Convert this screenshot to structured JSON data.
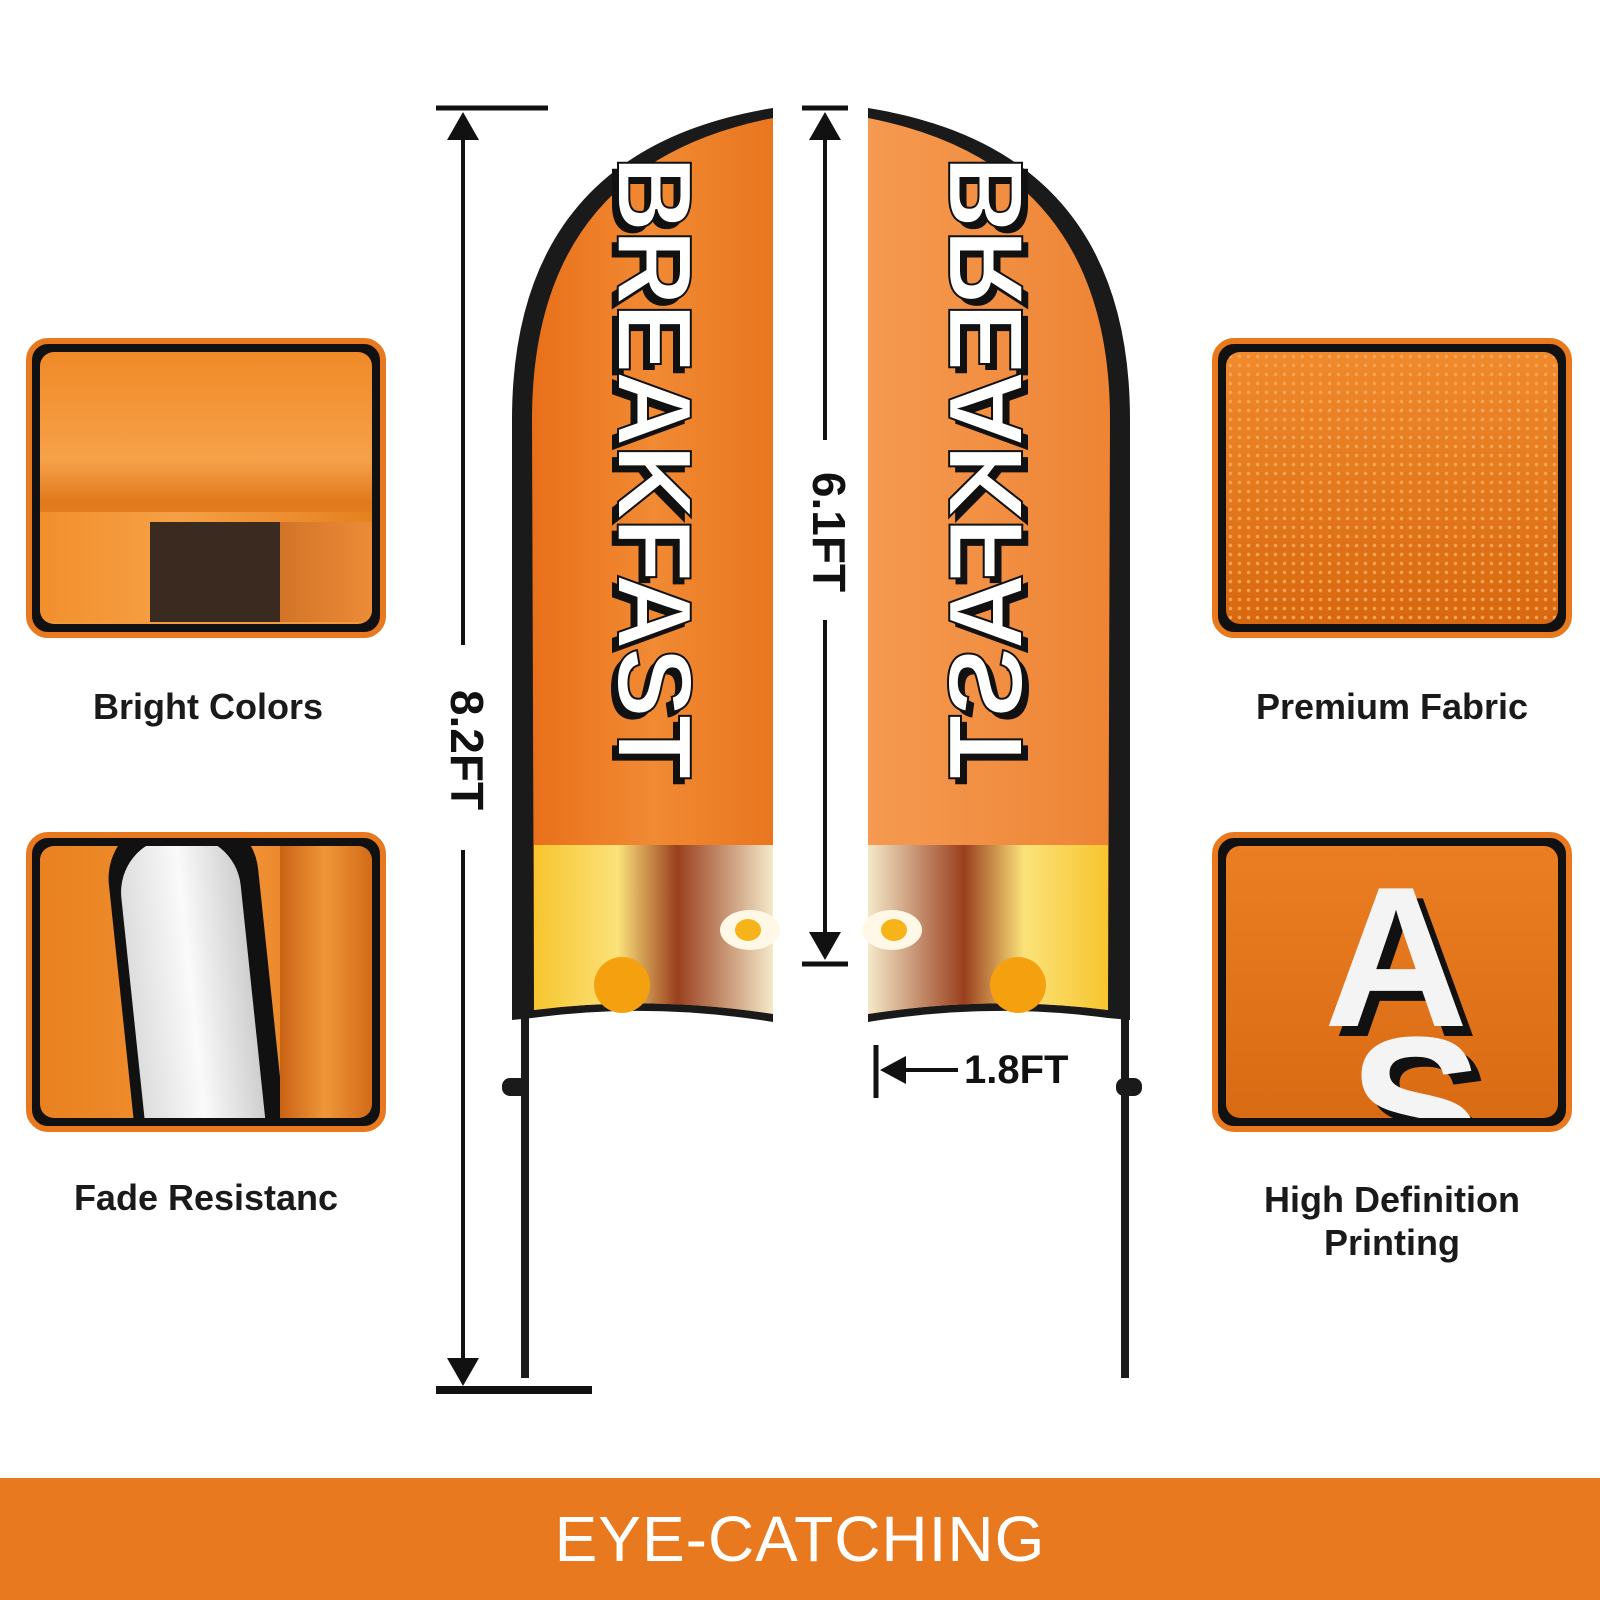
{
  "features": {
    "top_left": "Bright Colors",
    "bottom_left": "Fade Resistanc",
    "top_right": "Premium Fabric",
    "bottom_right": "High Definition Printing"
  },
  "dimensions": {
    "total_height": "8.2FT",
    "flag_height": "6.1FT",
    "flag_width": "1.8FT"
  },
  "flag_text": "BREAKFAST",
  "footer": "EYE-CATCHING",
  "colors": {
    "brand_orange": "#e8791f",
    "flag_orange": "#ef7f2a",
    "black": "#111111"
  }
}
